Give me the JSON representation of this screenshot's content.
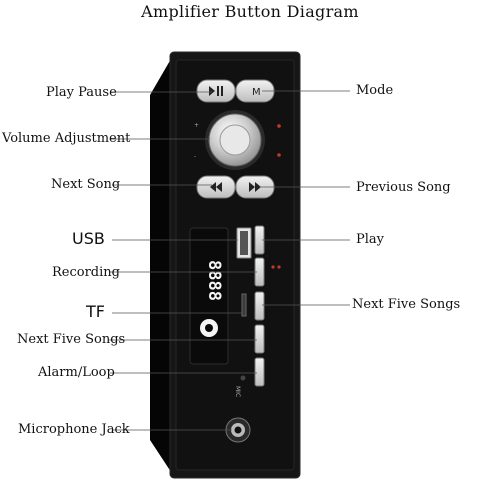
{
  "title": "Amplifier Button Diagram",
  "labels": {
    "play_pause": "Play Pause",
    "volume": "Volume Adjustment",
    "next_song": "Next Song",
    "usb": "USB",
    "recording": "Recording",
    "tf": "TF",
    "next_five_left": "Next Five Songs",
    "alarm_loop": "Alarm/Loop",
    "mic_jack": "Microphone Jack",
    "mode": "Mode",
    "previous_song": "Previous Song",
    "play": "Play",
    "next_five_right": "Next Five Songs"
  },
  "device_text": {
    "display_digits": "8888",
    "mode_button": "M",
    "mic_label": "MIC"
  },
  "colors": {
    "panel": "#161616",
    "button": "#d9d9d9",
    "display": "#f5f5f5",
    "leader": "#555555"
  },
  "icons": [
    "play-pause-icon",
    "prev-icon",
    "next-icon",
    "volume-knob-icon",
    "usb-port-icon",
    "tf-slot-icon",
    "mic-jack-icon"
  ]
}
